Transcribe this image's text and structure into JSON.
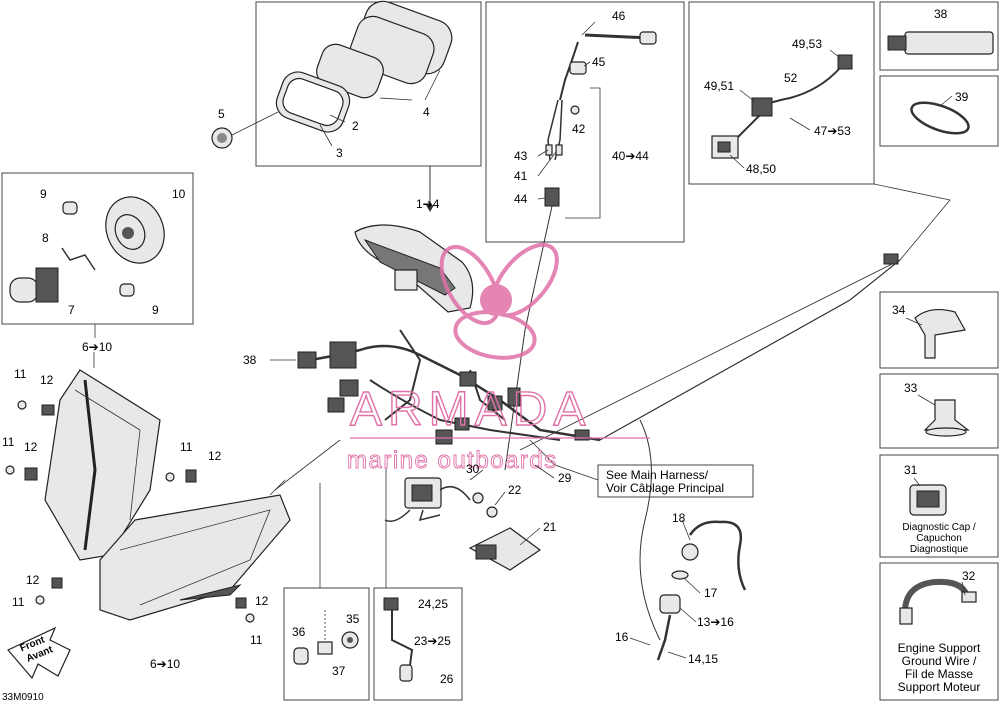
{
  "watermark": {
    "brand": "ARMADA",
    "sub": "marine outboards",
    "color": "#e070a8"
  },
  "diagram_code": "33M0910",
  "front_label": {
    "line1": "Front",
    "line2": "Avant"
  },
  "harness_note": {
    "line1": "See Main Harness/",
    "line2": "Voir Câblage Principal"
  },
  "diag_cap": {
    "line1": "Diagnostic Cap /",
    "line2": "Capuchon",
    "line3": "Diagnostique"
  },
  "ground_wire": {
    "line1": "Engine Support",
    "line2": "Ground Wire /",
    "line3": "Fil de Masse",
    "line4": "Support Moteur"
  },
  "callouts": {
    "c1_4": "1➔4",
    "c2": "2",
    "c3": "3",
    "c4": "4",
    "c5": "5",
    "c6_10a": "6➔10",
    "c6_10b": "6➔10",
    "c7": "7",
    "c8": "8",
    "c9a": "9",
    "c9b": "9",
    "c10": "10",
    "c11a": "11",
    "c11b": "11",
    "c11c": "11",
    "c11d": "11",
    "c11e": "11",
    "c12a": "12",
    "c12b": "12",
    "c12c": "12",
    "c12d": "12",
    "c12e": "12",
    "c13_16": "13➔16",
    "c14_15": "14,15",
    "c16": "16",
    "c17": "17",
    "c18": "18",
    "c21": "21",
    "c22": "22",
    "c23_25": "23➔25",
    "c24_25": "24,25",
    "c26": "26",
    "c29": "29",
    "c30": "30",
    "c31": "31",
    "c32": "32",
    "c33": "33",
    "c34": "34",
    "c35": "35",
    "c36": "36",
    "c37": "37",
    "c38": "38",
    "c38b": "38",
    "c39": "39",
    "c40_44": "40➔44",
    "c41": "41",
    "c42": "42",
    "c43": "43",
    "c44": "44",
    "c45": "45",
    "c46": "46",
    "c47_53": "47➔53",
    "c48_50": "48,50",
    "c49_51": "49,51",
    "c49_53": "49,53",
    "c52": "52"
  }
}
